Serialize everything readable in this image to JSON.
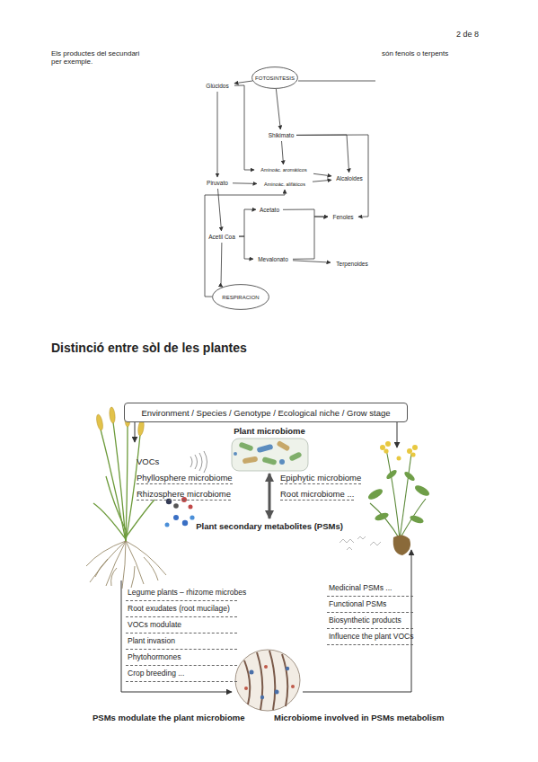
{
  "diagram": {
    "nodes": [
      {
        "text": [
          "FOTOSINTESIS"
        ]
      },
      {
        "text": [
          "Glúcidos"
        ]
      },
      {
        "text": [
          "Shikimato"
        ]
      },
      {
        "text": [
          "Aminoác. aromáticos"
        ]
      },
      {
        "text": [
          "Piruvato"
        ]
      },
      {
        "text": [
          "Aminoác. alifáticos"
        ]
      },
      {
        "text": [
          "Alcaloides"
        ]
      },
      {
        "text": [
          "Acetil Coa"
        ]
      },
      {
        "text": [
          "Acetato"
        ]
      },
      {
        "text": [
          "Fenoles"
        ]
      },
      {
        "text": [
          "Mevalonato"
        ]
      },
      {
        "text": [
          "Terpenoides"
        ]
      },
      {
        "text": [
          "RESPIRACION"
        ]
      },
      {
        "text": [
          "Environment / Species / Genotype / Ecological niche / Grow stage"
        ]
      },
      {
        "text": [
          "Plant microbiome"
        ]
      },
      {
        "text": [
          "Plant secondary metabolites (PSMs)"
        ]
      },
      {
        "text": [
          "Legume plants – rhizome microbes",
          "Root exudates (root mucilage)",
          "VOCs modulate",
          "Plant invasion",
          "Phytohormones",
          "Crop breeding ..."
        ]
      },
      {
        "text": [
          "Medicinal PSMs ...",
          "Functional PSMs",
          "Biosynthetic products",
          "Influence the plant VOCs"
        ]
      }
    ],
    "edges": [
      {
        "from": 0,
        "to": 1,
        "arrow": "to"
      },
      {
        "from": 0,
        "to": 2,
        "arrow": "to"
      },
      {
        "from": 1,
        "to": 4,
        "arrow": "to"
      },
      {
        "from": 1,
        "to": 3,
        "arrow": "to"
      },
      {
        "from": 2,
        "to": 3,
        "arrow": "to"
      },
      {
        "from": 2,
        "to": 6,
        "arrow": "to"
      },
      {
        "from": 2,
        "to": 9,
        "arrow": "to"
      },
      {
        "from": 3,
        "to": 6,
        "arrow": "to"
      },
      {
        "from": 4,
        "to": 5,
        "arrow": "to"
      },
      {
        "from": 5,
        "to": 6,
        "arrow": "to"
      },
      {
        "from": 4,
        "to": 7,
        "arrow": "to"
      },
      {
        "from": 7,
        "to": 8,
        "arrow": "to"
      },
      {
        "from": 7,
        "to": 10,
        "arrow": "to"
      },
      {
        "from": 8,
        "to": 9,
        "arrow": "to"
      },
      {
        "from": 10,
        "to": 9,
        "arrow": "to"
      },
      {
        "from": 10,
        "to": 11,
        "arrow": "to"
      },
      {
        "from": 7,
        "to": 12,
        "arrow": "to"
      },
      {
        "from": 12,
        "to": 5,
        "arrow": "to"
      },
      {
        "from": 14,
        "to": 15,
        "arrow": "both"
      }
    ],
    "labels": [
      "2 de 8",
      "Els productes del secundari",
      "són fenols o terpents",
      "per exemple.",
      "Distinció entre sòl de les plantes",
      "VOCs",
      "Phyllosphere microbiome",
      "Rhizosphere microbiome",
      "Epiphytic microbiome",
      "Root microbiome ...",
      "PSMs modulate the plant microbiome",
      "Microbiome involved in PSMs metabolism"
    ]
  }
}
